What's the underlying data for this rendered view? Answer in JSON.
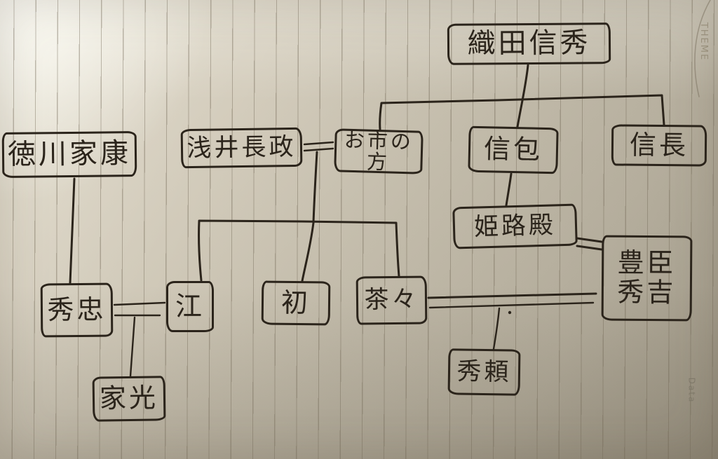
{
  "page": {
    "kind": "hand-drawn family tree on ruled notebook paper",
    "ink_color": "#2b241b",
    "paper_color": "#c9c2b1",
    "rule_line_color": "#70664f"
  },
  "watermarks": {
    "top_right": "THEME",
    "bottom_right": "Data"
  },
  "diagram": {
    "type": "family-tree",
    "nodes": [
      {
        "id": "oda-nobuhide",
        "label": "織田信秀"
      },
      {
        "id": "tokugawa-ieyasu",
        "label": "徳川家康"
      },
      {
        "id": "azai-nagamasa",
        "label": "浅井長政"
      },
      {
        "id": "oichi-no-kata",
        "label": "お市の方"
      },
      {
        "id": "nobukane",
        "label": "信包"
      },
      {
        "id": "nobunaga",
        "label": "信長"
      },
      {
        "id": "himeji-dono",
        "label": "姫路殿"
      },
      {
        "id": "toyotomi-hideyoshi",
        "label": "豊臣秀吉",
        "label_line1": "豊臣",
        "label_line2": "秀吉"
      },
      {
        "id": "hidetada",
        "label": "秀忠"
      },
      {
        "id": "go",
        "label": "江"
      },
      {
        "id": "hatsu",
        "label": "初"
      },
      {
        "id": "chacha",
        "label": "茶々"
      },
      {
        "id": "iemitsu",
        "label": "家光"
      },
      {
        "id": "hideyori",
        "label": "秀頼"
      }
    ],
    "edges": [
      {
        "type": "parent-child",
        "from": "oda-nobuhide",
        "to": [
          "oichi-no-kata",
          "nobukane",
          "nobunaga"
        ]
      },
      {
        "type": "marriage",
        "between": [
          "azai-nagamasa",
          "oichi-no-kata"
        ]
      },
      {
        "type": "parent-child",
        "from": "azai-nagamasa + oichi-no-kata",
        "to": [
          "go",
          "hatsu",
          "chacha"
        ]
      },
      {
        "type": "parent-child",
        "from": "tokugawa-ieyasu",
        "to": [
          "hidetada"
        ]
      },
      {
        "type": "marriage",
        "between": [
          "hidetada",
          "go"
        ]
      },
      {
        "type": "parent-child",
        "from": "hidetada + go",
        "to": [
          "iemitsu"
        ]
      },
      {
        "type": "parent-child",
        "from": "nobukane",
        "to": [
          "himeji-dono"
        ]
      },
      {
        "type": "marriage",
        "between": [
          "himeji-dono",
          "toyotomi-hideyoshi"
        ]
      },
      {
        "type": "marriage",
        "between": [
          "chacha",
          "toyotomi-hideyoshi"
        ]
      },
      {
        "type": "parent-child",
        "from": "chacha + toyotomi-hideyoshi",
        "to": [
          "hideyori"
        ]
      }
    ]
  }
}
